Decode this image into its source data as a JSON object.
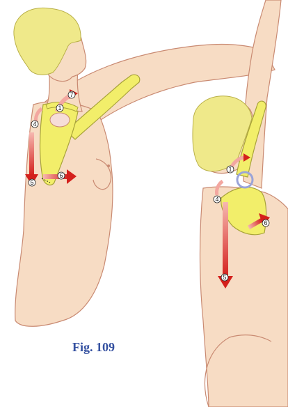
{
  "caption": "Fig. 109",
  "colors": {
    "skin": "#f7dcc4",
    "skin_outline": "#c98a72",
    "hair": "#efe98a",
    "bone": "#f2ee6a",
    "bone_outline": "#a8a33a",
    "arrow_red": "#d6231f",
    "arrow_light": "#f3a7a0"
  },
  "left_figure": {
    "labels": [
      "1",
      "4",
      "5",
      "6",
      "7"
    ]
  },
  "right_figure": {
    "labels": [
      "1",
      "4",
      "5",
      "6"
    ]
  }
}
